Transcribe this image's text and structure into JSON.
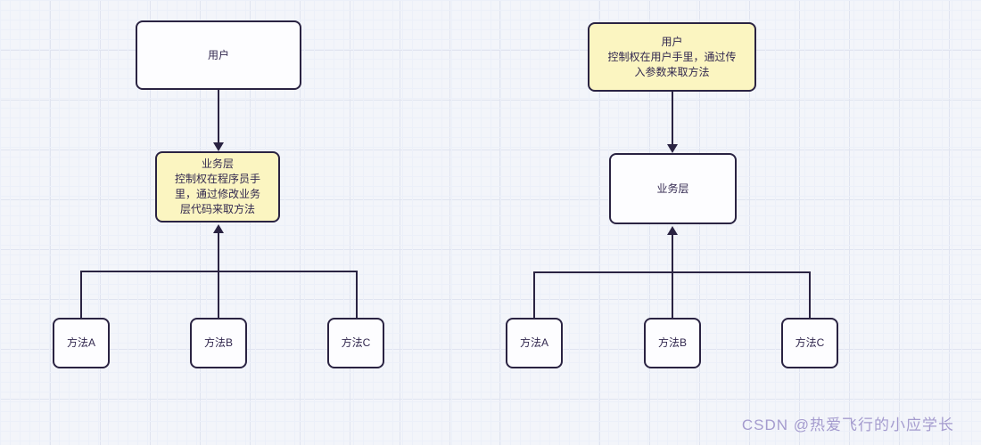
{
  "colors": {
    "background": "#f3f5fa",
    "grid_minor": "#ecf0f9",
    "grid_major": "#e0e4f0",
    "node_border": "#2a2342",
    "node_fill_white": "#fdfdff",
    "node_fill_yellow": "#fbf5c1",
    "node_text": "#32284f",
    "watermark": "#a49bce"
  },
  "left_diagram": {
    "user_box": {
      "label": "用户"
    },
    "business_box": {
      "lines": [
        "业务层",
        "控制权在程序员手",
        "里，通过修改业务",
        "层代码来取方法"
      ]
    },
    "methods": [
      {
        "label": "方法A"
      },
      {
        "label": "方法B"
      },
      {
        "label": "方法C"
      }
    ]
  },
  "right_diagram": {
    "user_box": {
      "lines": [
        "用户",
        "控制权在用户手里，通过传",
        "入参数来取方法"
      ]
    },
    "business_box": {
      "label": "业务层"
    },
    "methods": [
      {
        "label": "方法A"
      },
      {
        "label": "方法B"
      },
      {
        "label": "方法C"
      }
    ]
  },
  "watermark": {
    "text": "CSDN @热爱飞行的小应学长"
  }
}
